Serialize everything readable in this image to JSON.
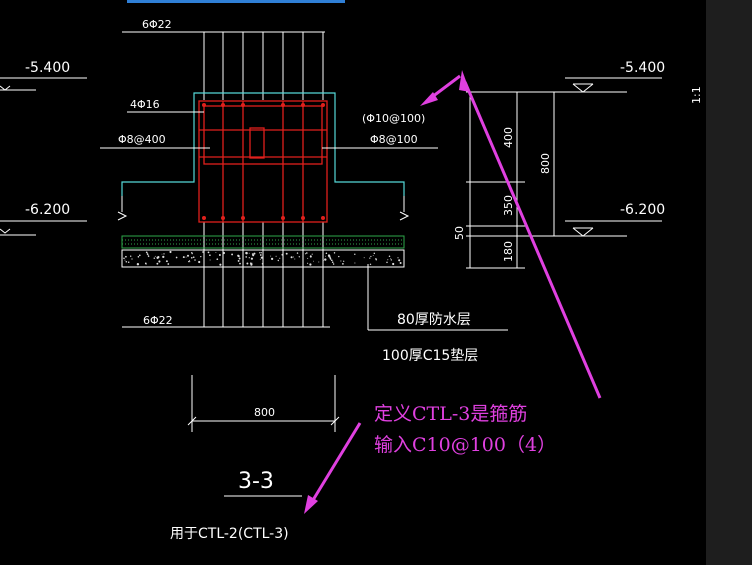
{
  "drawing": {
    "section_title": "3-3",
    "caption": "用于CTL-2(CTL-3)",
    "top_rebar": "6Φ22",
    "bottom_rebar": "6Φ22",
    "side_rebar": "4Φ16",
    "tie_left": "Φ8@400",
    "stirrup_note_paren": "(Φ10@100)",
    "stirrup_note": "Φ8@100",
    "level_upper_left": "-5.400",
    "level_lower_left": "-6.200",
    "level_upper_right": "-5.400",
    "level_lower_right": "-6.200",
    "waterproof_layer": "80厚防水层",
    "cushion_layer": "100厚C15垫层",
    "width_dim": "800",
    "dim_400": "400",
    "dim_350": "350",
    "dim_50": "50",
    "dim_180": "180",
    "dim_800_total": "800",
    "side_mark": "1:1"
  },
  "annotation": {
    "line1": "定义CTL-3是箍筋",
    "line2": "输入C10@100（4）",
    "color": "#e040e0"
  },
  "colors": {
    "rebar": "#e0201c",
    "outline": "#55d8d8",
    "layer": "#2ea84a",
    "line": "#ffffff"
  }
}
